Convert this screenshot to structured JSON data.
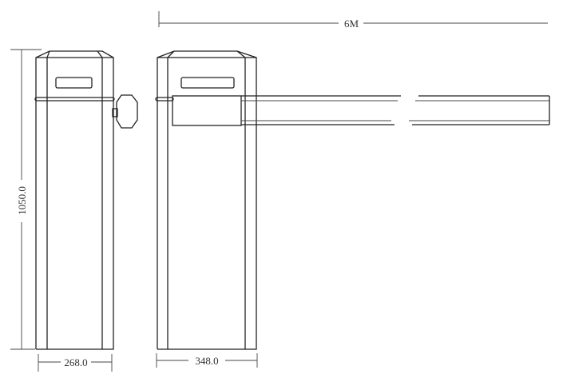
{
  "dimensions": {
    "boom_length": "6M",
    "height": "1050.0",
    "side_width": "268.0",
    "front_width": "348.0"
  }
}
